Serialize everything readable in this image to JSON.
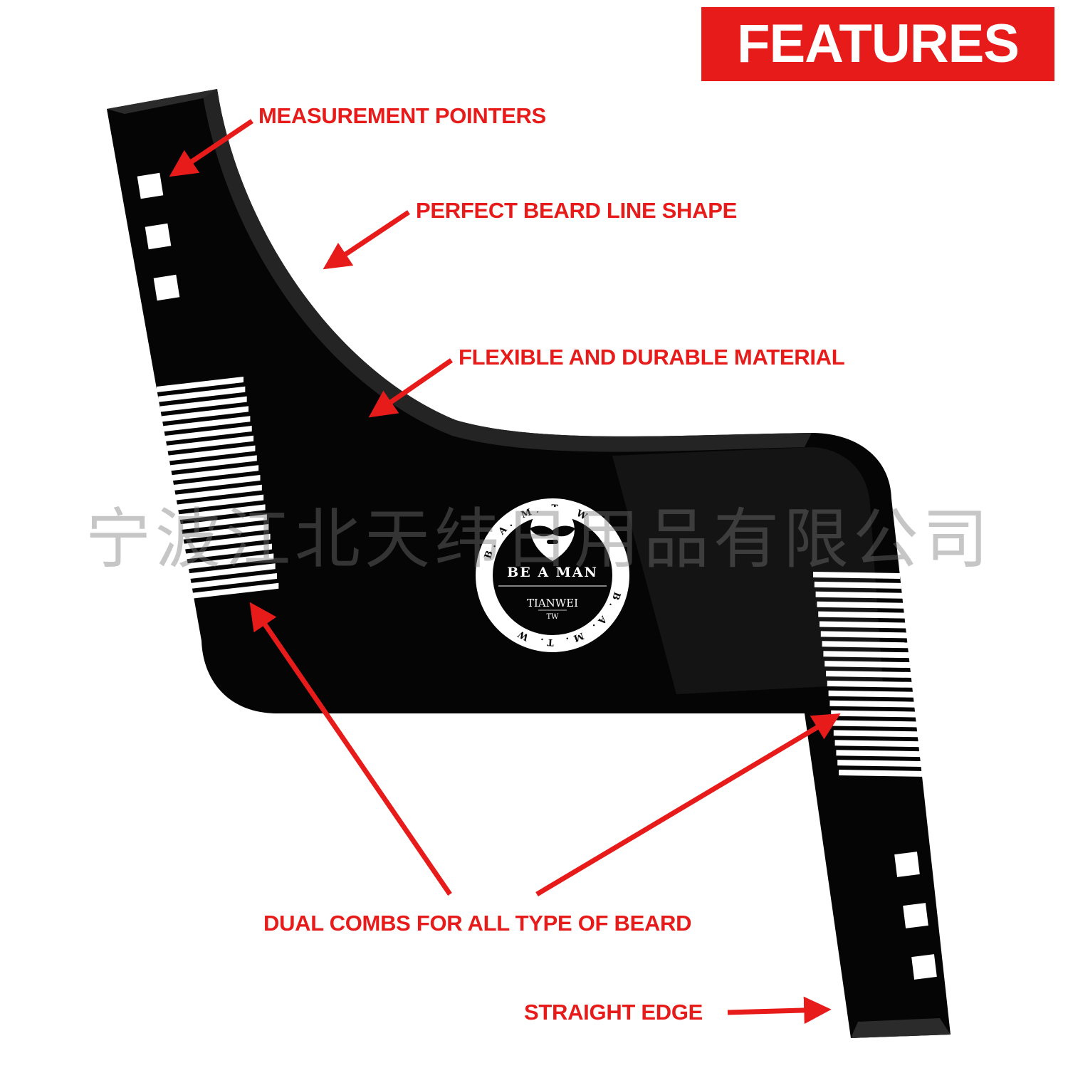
{
  "banner": {
    "text": "FEATURES",
    "background": "#e81b1b"
  },
  "callouts": {
    "measurement_pointers": "MEASUREMENT POINTERS",
    "perfect_beard_line_shape": "PERFECT BEARD LINE SHAPE",
    "flexible_durable_material": "FLEXIBLE AND DURABLE MATERIAL",
    "dual_combs": "DUAL COMBS FOR ALL TYPE OF BEARD",
    "straight_edge": "STRAIGHT EDGE",
    "color": "#e81b1b"
  },
  "logo": {
    "brand": "BE A MAN",
    "maker": "TIANWEI",
    "initials": "TW",
    "ring_text": "B. A. M. T. W"
  },
  "watermark": {
    "text": "宁波江北天纬日用品有限公司"
  },
  "product": {
    "color": "#050505",
    "icon": "beard-shaping-comb"
  }
}
